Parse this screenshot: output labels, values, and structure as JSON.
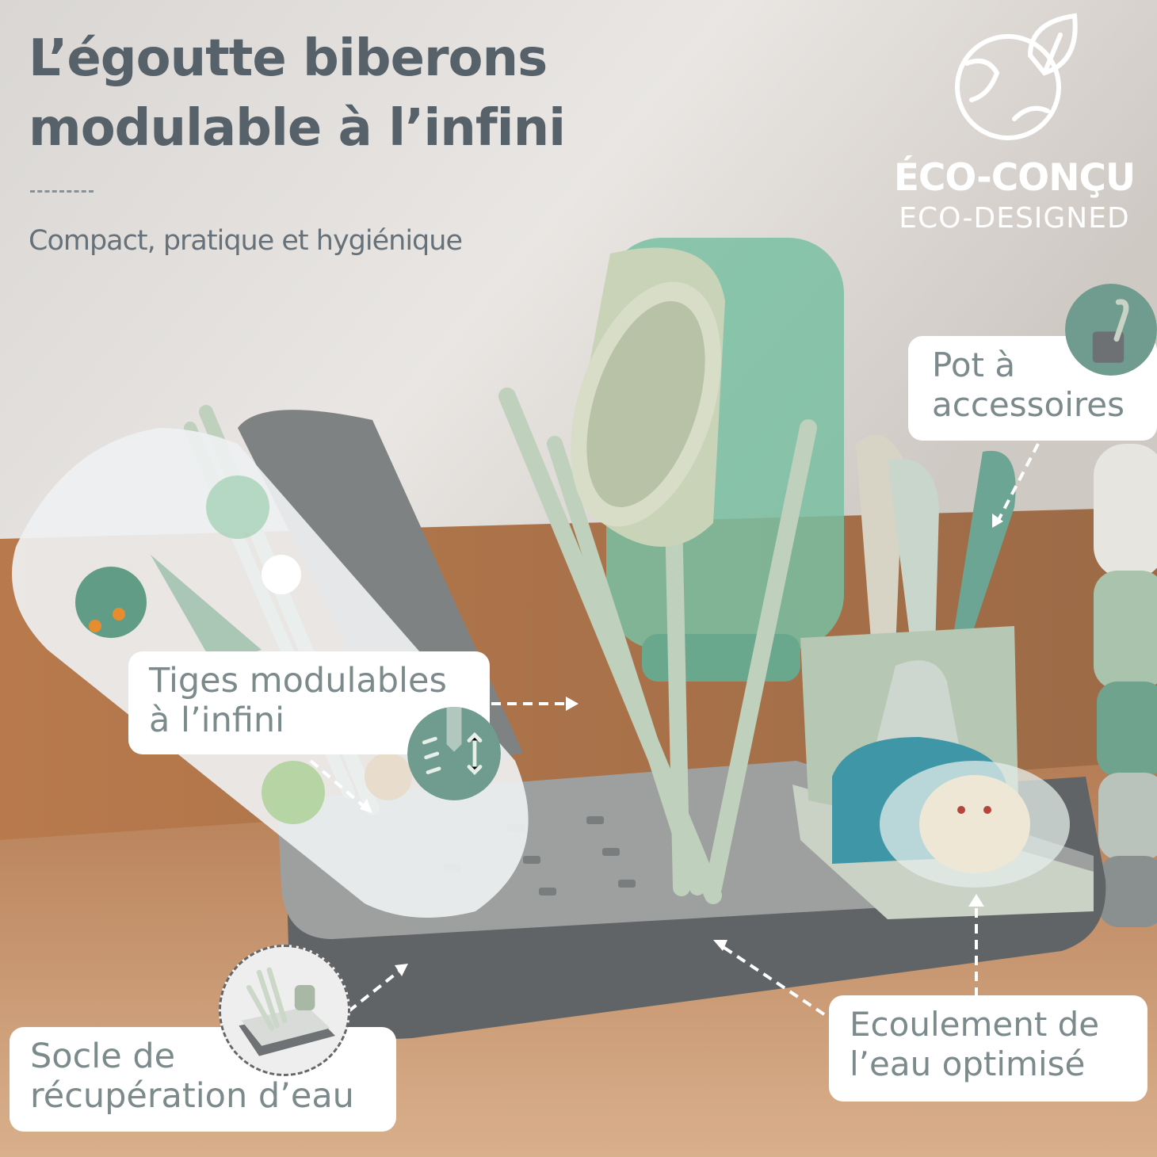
{
  "headline": {
    "line1": "L’égoutte biberons",
    "line2": "modulable à l’infini",
    "subtitle": "Compact, pratique et hygiénique"
  },
  "eco_badge": {
    "line1": "ÉCO-CONÇU",
    "line2": "ECO-DESIGNED",
    "icon": "globe-leaf-icon"
  },
  "callouts": {
    "pot": {
      "line1": "Pot à",
      "line2": "accessoires",
      "icon": "cup-spoon-icon"
    },
    "tiges": {
      "line1": "Tiges modulables",
      "line2": "à l’infini",
      "icon": "adjustable-stem-icon"
    },
    "socle": {
      "line1": "Socle de",
      "line2": "récupération d’eau",
      "icon": "drying-rack-photo"
    },
    "ecoulement": {
      "line1": "Ecoulement de",
      "line2": "l’eau optimisé"
    }
  },
  "colors": {
    "headline": "#56616a",
    "callout_text": "#7c8a8c",
    "badge_teal": "#6f9c8f",
    "rack_grey": "#66686a",
    "rack_mint": "#c6d4c0",
    "wall": "#dedad6",
    "counter": "#b58563"
  }
}
